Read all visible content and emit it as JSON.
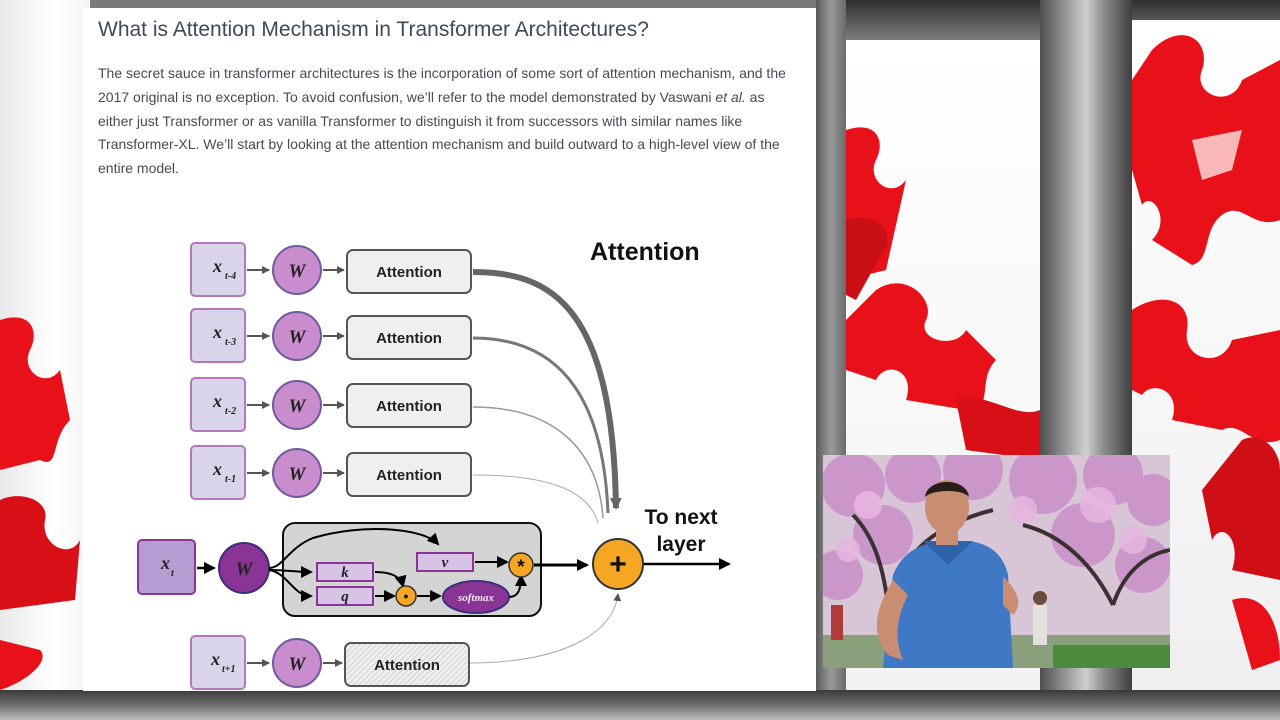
{
  "article": {
    "title": "What is Attention Mechanism in Transformer Architectures?",
    "body_part1": "The secret sauce in transformer architectures is the incorporation of some sort of attention mechanism, and the 2017 original is no exception. To avoid confusion, we’ll refer to the model demonstrated by Vaswani ",
    "body_em": "et al.",
    "body_part2": " as either just Transformer or as vanilla Transformer to distinguish it from successors with similar names like Transformer-XL. We’ll start by looking at the attention mechanism and build outward to a high-level view of the entire model."
  },
  "diagram": {
    "heading": "Attention",
    "output_label_line1": "To next",
    "output_label_line2": "layer",
    "weight_label": "W",
    "attention_label": "Attention",
    "plus_symbol": "+",
    "mult_symbol": "*",
    "dot_symbol": "•",
    "k_label": "k",
    "q_label": "q",
    "v_label": "v",
    "softmax_label": "softmax",
    "rows": [
      {
        "x": "x",
        "sub": "t-4"
      },
      {
        "x": "x",
        "sub": "t-3"
      },
      {
        "x": "x",
        "sub": "t-2"
      },
      {
        "x": "x",
        "sub": "t-1"
      },
      {
        "x": "x",
        "sub": "t"
      },
      {
        "x": "x",
        "sub": "t+1"
      }
    ]
  },
  "colors": {
    "input_fill": "#d9d4ea",
    "input_stroke": "#b07ab8",
    "weight_fill": "#c98ccc",
    "weight_dark": "#8a3596",
    "attention_fill": "#efefef",
    "orange": "#f5a623",
    "arrow": "#555555"
  },
  "webcam": {
    "description_icon": "presenter-video-icon"
  }
}
